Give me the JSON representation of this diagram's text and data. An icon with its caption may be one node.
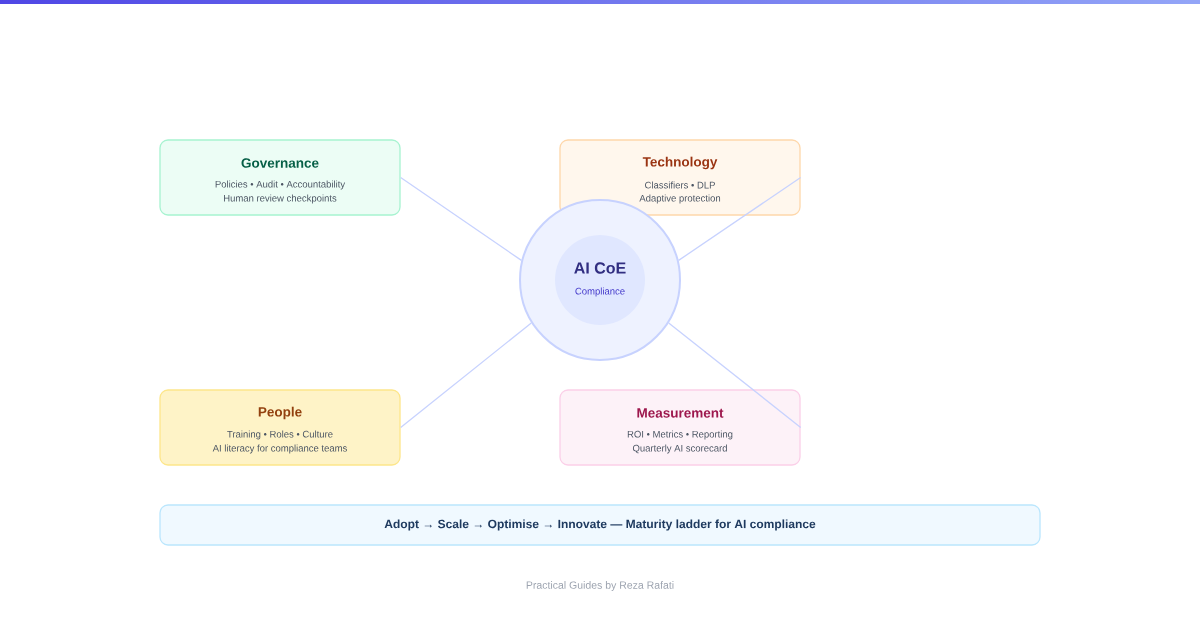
{
  "diagram": {
    "nodes": [
      {
        "text": [
          "Governance",
          "Policies • Audit • Accountability",
          "Human review checkpoints"
        ]
      },
      {
        "text": [
          "Technology",
          "Classifiers • DLP",
          "Adaptive protection"
        ]
      },
      {
        "text": [
          "AI CoE",
          "Compliance"
        ]
      },
      {
        "text": [
          "People",
          "Training • Roles • Culture",
          "AI literacy for compliance teams"
        ]
      },
      {
        "text": [
          "Measurement",
          "ROI • Metrics • Reporting",
          "Quarterly AI scorecard"
        ]
      },
      {
        "text": [
          "Adopt → Scale → Optimise → Innovate — Maturity ladder for AI compliance"
        ]
      }
    ],
    "edges": [
      {
        "from": 2,
        "to": 0,
        "arrow": "none"
      },
      {
        "from": 2,
        "to": 1,
        "arrow": "none"
      },
      {
        "from": 2,
        "to": 3,
        "arrow": "none"
      },
      {
        "from": 2,
        "to": 4,
        "arrow": "none"
      }
    ],
    "labels": [
      "Practical Guides by Reza Rafati"
    ]
  }
}
